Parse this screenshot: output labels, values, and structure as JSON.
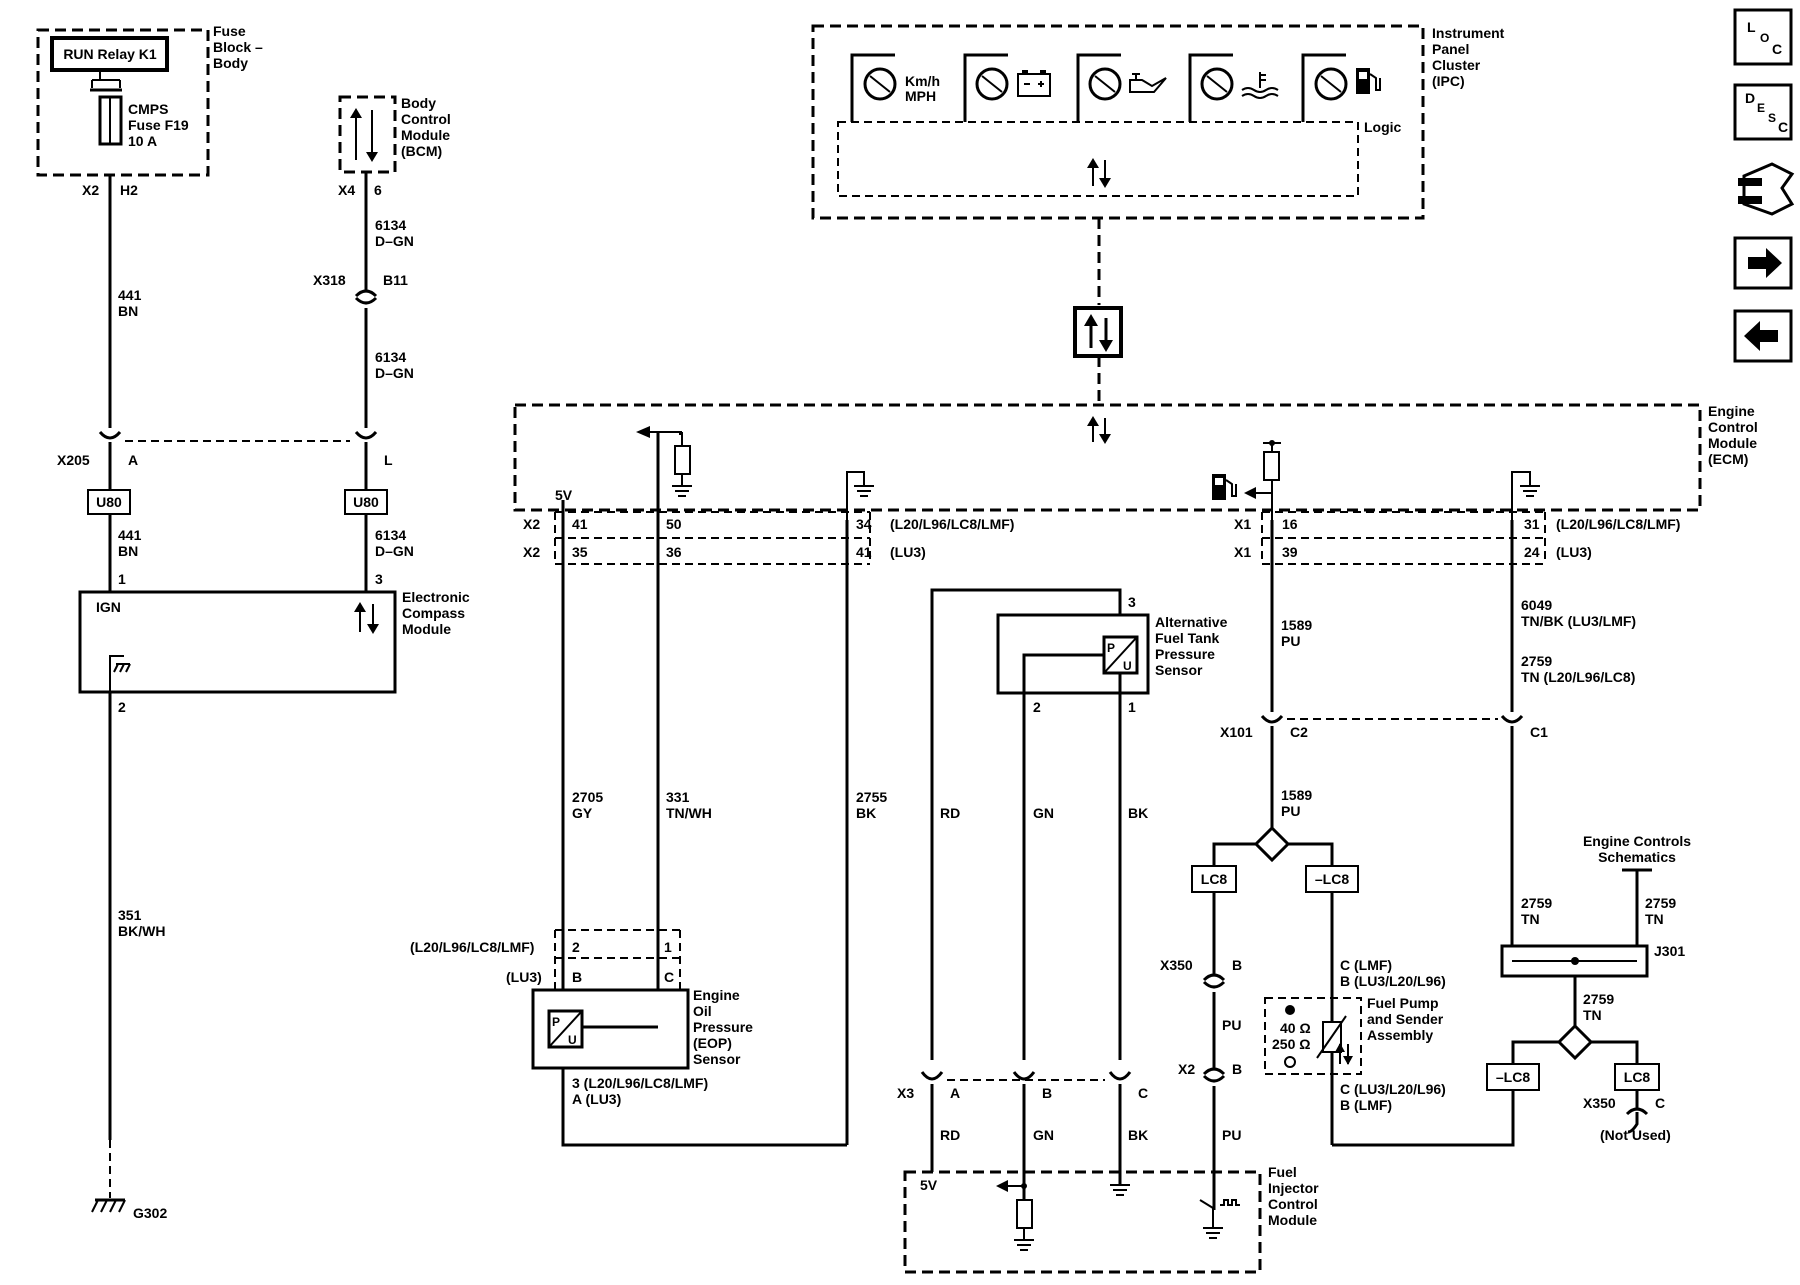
{
  "fuse_block": {
    "relay": "RUN Relay K1",
    "label": [
      "Fuse",
      "Block –",
      "Body"
    ],
    "fuse": [
      "CMPS",
      "Fuse F19",
      "10 A"
    ],
    "conn": "X2",
    "pin": "H2"
  },
  "bcm": {
    "label": [
      "Body",
      "Control",
      "Module",
      "(BCM)"
    ],
    "conn": "X4",
    "pin": "6"
  },
  "ipc": {
    "label": [
      "Instrument",
      "Panel",
      "Cluster",
      "(IPC)"
    ],
    "logic": "Logic",
    "speed_units": [
      "Km/h",
      "MPH"
    ]
  },
  "ecm": {
    "label": [
      "Engine",
      "Control",
      "Module",
      "(ECM)"
    ]
  },
  "compass": {
    "label": [
      "Electronic",
      "Compass",
      "Module"
    ],
    "ign": "IGN",
    "pin1": "1",
    "pin3": "3",
    "pin2": "2"
  },
  "left_wires": {
    "w1": [
      "441",
      "BN"
    ],
    "w2": [
      "441",
      "BN"
    ],
    "w3": [
      "6134",
      "D–GN"
    ],
    "w4": [
      "6134",
      "D–GN"
    ],
    "w5": [
      "6134",
      "D–GN"
    ],
    "x318": "X318",
    "b11": "B11",
    "x205": "X205",
    "pinA": "A",
    "pinL": "L",
    "u80a": "U80",
    "u80b": "U80",
    "w6": [
      "351",
      "BK/WH"
    ],
    "ground": "G302"
  },
  "ecm_pins": {
    "x2": "X2",
    "x2b": "X2",
    "x1": "X1",
    "x1b": "X1",
    "v5": "5V",
    "p41": "41",
    "p50": "50",
    "p34": "34",
    "row1_note": "(L20/L96/LC8/LMF)",
    "p35": "35",
    "p36": "36",
    "p41b": "41",
    "row2_note": "(LU3)",
    "p16": "16",
    "p31": "31",
    "row3_note": "(L20/L96/LC8/LMF)",
    "p39": "39",
    "p24": "24",
    "row4_note": "(LU3)"
  },
  "eop": {
    "w1": [
      "2705",
      "GY"
    ],
    "w2": [
      "331",
      "TN/WH"
    ],
    "w3": [
      "2755",
      "BK"
    ],
    "note1": "(L20/L96/LC8/LMF)",
    "note2": "(LU3)",
    "p2": "2",
    "p1": "1",
    "pB": "B",
    "pC": "C",
    "label": [
      "Engine",
      "Oil",
      "Pressure",
      "(EOP)",
      "Sensor"
    ],
    "bottom": [
      "3 (L20/L96/LC8/LMF)",
      "A (LU3)"
    ]
  },
  "aftp": {
    "label": [
      "Alternative",
      "Fuel Tank",
      "Pressure",
      "Sensor"
    ],
    "p3": "3",
    "p2": "2",
    "p1": "1",
    "rd": "RD",
    "gn": "GN",
    "bk": "BK",
    "x3": "X3",
    "pa": "A",
    "pb": "B",
    "pc": "C",
    "rd2": "RD",
    "gn2": "GN",
    "bk2": "BK"
  },
  "fpump": {
    "w1": [
      "1589",
      "PU"
    ],
    "x101": "X101",
    "c2": "C2",
    "w2": [
      "1589",
      "PU"
    ],
    "lc8": "LC8",
    "nlc8": "–LC8",
    "x350": "X350",
    "b": "B",
    "pu": "PU",
    "x2": "X2",
    "b2": "B",
    "pu2": "PU",
    "c_top": [
      "C (LMF)",
      "B (LU3/L20/L96)"
    ],
    "label": [
      "Fuel Pump",
      "and Sender",
      "Assembly"
    ],
    "ohms": [
      "40 Ω",
      "250 Ω"
    ],
    "c_bot": [
      "C (LU3/L20/L96)",
      "B (LMF)"
    ]
  },
  "fic": {
    "label": [
      "Fuel",
      "Injector",
      "Control",
      "Module"
    ],
    "v5": "5V"
  },
  "right_branch": {
    "w1": [
      "6049",
      "TN/BK (LU3/LMF)"
    ],
    "w2": [
      "2759",
      "TN (L20/L96/LC8)"
    ],
    "c1": "C1",
    "ecs": [
      "Engine Controls",
      "Schematics"
    ],
    "w3": [
      "2759",
      "TN"
    ],
    "w4": [
      "2759",
      "TN"
    ],
    "j301": "J301",
    "w5": [
      "2759",
      "TN"
    ],
    "nlc8": "–LC8",
    "lc8": "LC8",
    "x350": "X350",
    "c": "C",
    "not_used": "(Not Used)"
  },
  "nav": {
    "loc": [
      "L",
      "O",
      "C"
    ],
    "desc": [
      "D",
      "E",
      "S",
      "C"
    ]
  }
}
